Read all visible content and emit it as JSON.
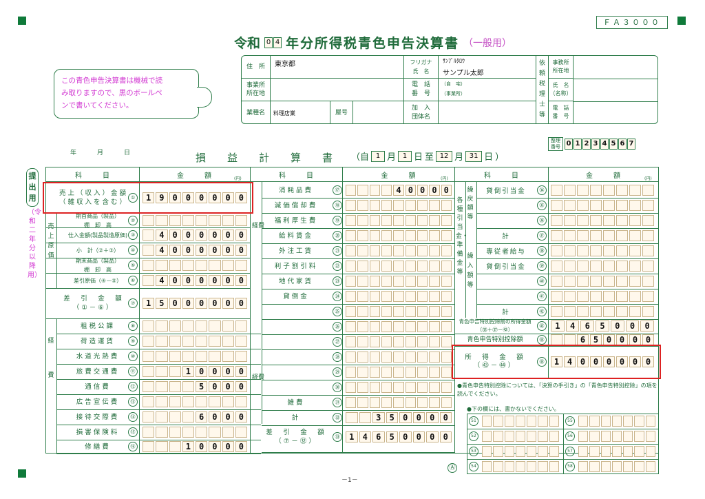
{
  "form_code": "ＦＡ３０００",
  "title": {
    "era": "令和",
    "year": "0",
    "year2": "4",
    "main": "年分所得税青色申告決算書",
    "sub": "（一般用）"
  },
  "notice": {
    "line1": "この青色申告決算書は機械で読",
    "line2": "み取りますので、黒のボールペ",
    "line3": "ンで書いてください。",
    "emph": "黒のボールペ"
  },
  "header": {
    "address_label": "住　所",
    "address_value": "東京都",
    "office_label": "事業所\n所在地",
    "business_label": "業種名",
    "business_value": "料理店業",
    "shop_label": "屋号",
    "furigana_label": "フリガナ",
    "name_label": "氏　名",
    "furigana_value": "ｻﾝﾌﾟﾙﾀﾛｳ",
    "name_value": "サンプル太郎",
    "phone_label": "電　話\n番　号",
    "phone_home": "（自　宅）",
    "phone_office": "（事業所）",
    "group_label": "加　入\n団体名",
    "agent_label": "依\n頼\n税\n理\n士\n等",
    "agent_office": "事務所\n所在地",
    "agent_name": "氏　名\n（名称）",
    "agent_phone": "電　話\n番　号"
  },
  "ref_label": "整理\n番号",
  "ref_digits": [
    "0",
    "1",
    "2",
    "3",
    "4",
    "5",
    "6",
    "7"
  ],
  "pl_title": "損　益　計　算　書",
  "period": {
    "open": "（自",
    "m1": "1",
    "d1": "1",
    "to": "至",
    "m2": "12",
    "d2": "31",
    "close": "）",
    "month": "月",
    "day": "日"
  },
  "ymd": {
    "y": "年",
    "m": "月",
    "d": "日"
  },
  "side": {
    "a": "提",
    "b": "出",
    "c": "用",
    "d": "（令和二年分以降用）"
  },
  "col": {
    "subject": "科　　　目",
    "amount": "金　　　額",
    "yen": "(円)"
  },
  "left_rows": [
    {
      "no": "①",
      "label": "売上（収入）金額\n（雑収入を含む）",
      "digits": [
        "1",
        "9",
        "0",
        "0",
        "0",
        "0",
        "0",
        "0"
      ]
    },
    {
      "no": "②",
      "label": "期首商品（製品）\n棚　卸　高",
      "digits": [
        "",
        "",
        "",
        "",
        "",
        "",
        "",
        ""
      ]
    },
    {
      "no": "③",
      "label": "仕入金額(製品製造原価)",
      "digits": [
        "",
        "4",
        "0",
        "0",
        "0",
        "0",
        "0",
        "0"
      ]
    },
    {
      "no": "④",
      "label": "小　計（②＋③）",
      "digits": [
        "",
        "4",
        "0",
        "0",
        "0",
        "0",
        "0",
        "0"
      ]
    },
    {
      "no": "⑤",
      "label": "期末商品（製品）\n棚　卸　高",
      "digits": [
        "",
        "",
        "",
        "",
        "",
        "",
        "",
        ""
      ]
    },
    {
      "no": "⑥",
      "label": "差引原価（④－⑤）",
      "digits": [
        "",
        "4",
        "0",
        "0",
        "0",
        "0",
        "0",
        "0"
      ]
    },
    {
      "no": "⑦",
      "label": "差　引　金　額\n（①－⑥）",
      "digits": [
        "1",
        "5",
        "0",
        "0",
        "0",
        "0",
        "0",
        "0"
      ]
    },
    {
      "no": "⑧",
      "label": "租税公課",
      "digits": [
        "",
        "",
        "",
        "",
        "",
        "",
        "",
        ""
      ]
    },
    {
      "no": "⑨",
      "label": "荷造運賃",
      "digits": [
        "",
        "",
        "",
        "",
        "",
        "",
        "",
        ""
      ]
    },
    {
      "no": "⑩",
      "label": "水道光熱費",
      "digits": [
        "",
        "",
        "",
        "",
        "",
        "",
        "",
        ""
      ]
    },
    {
      "no": "⑪",
      "label": "旅費交通費",
      "digits": [
        "",
        "",
        "",
        "1",
        "0",
        "0",
        "0",
        "0"
      ]
    },
    {
      "no": "⑫",
      "label": "通信費",
      "digits": [
        "",
        "",
        "",
        "",
        "5",
        "0",
        "0",
        "0"
      ]
    },
    {
      "no": "⑬",
      "label": "広告宣伝費",
      "digits": [
        "",
        "",
        "",
        "",
        "",
        "",
        "",
        ""
      ]
    },
    {
      "no": "⑭",
      "label": "接待交際費",
      "digits": [
        "",
        "",
        "",
        "",
        "6",
        "0",
        "0",
        "0"
      ]
    },
    {
      "no": "⑮",
      "label": "損害保険料",
      "digits": [
        "",
        "",
        "",
        "",
        "",
        "",
        "",
        ""
      ]
    },
    {
      "no": "⑯",
      "label": "修繕費",
      "digits": [
        "",
        "",
        "",
        "1",
        "0",
        "0",
        "0",
        "0"
      ]
    }
  ],
  "left_groups": {
    "cost": "売上原価",
    "exp": "経　　費"
  },
  "mid_rows": [
    {
      "no": "⑰",
      "label": "消耗品費",
      "digits": [
        "",
        "",
        "",
        "",
        "4",
        "0",
        "0",
        "0",
        "0"
      ]
    },
    {
      "no": "⑱",
      "label": "減価償却費",
      "digits": [
        "",
        "",
        "",
        "",
        "",
        "",
        "",
        "",
        ""
      ]
    },
    {
      "no": "⑲",
      "label": "福利厚生費",
      "digits": [
        "",
        "",
        "",
        "",
        "",
        "",
        "",
        "",
        ""
      ]
    },
    {
      "no": "⑳",
      "label": "給料賃金",
      "digits": [
        "",
        "",
        "",
        "",
        "",
        "",
        "",
        "",
        ""
      ]
    },
    {
      "no": "㉑",
      "label": "外注工賃",
      "digits": [
        "",
        "",
        "",
        "",
        "",
        "",
        "",
        "",
        ""
      ]
    },
    {
      "no": "㉒",
      "label": "利子割引料",
      "digits": [
        "",
        "",
        "",
        "",
        "",
        "",
        "",
        "",
        ""
      ]
    },
    {
      "no": "㉓",
      "label": "地代家賃",
      "digits": [
        "",
        "",
        "",
        "",
        "",
        "",
        "",
        "",
        ""
      ]
    },
    {
      "no": "㉔",
      "label": "貸倒金",
      "digits": [
        "",
        "",
        "",
        "",
        "",
        "",
        "",
        "",
        ""
      ]
    },
    {
      "no": "㉕",
      "label": "",
      "digits": [
        "",
        "",
        "",
        "",
        "",
        "",
        "",
        "",
        ""
      ]
    },
    {
      "no": "㉖",
      "label": "",
      "digits": [
        "",
        "",
        "",
        "",
        "",
        "",
        "",
        "",
        ""
      ]
    },
    {
      "no": "㉗",
      "label": "",
      "digits": [
        "",
        "",
        "",
        "",
        "",
        "",
        "",
        "",
        ""
      ]
    },
    {
      "no": "㉘",
      "label": "",
      "digits": [
        "",
        "",
        "",
        "",
        "",
        "",
        "",
        "",
        ""
      ]
    },
    {
      "no": "㉙",
      "label": "",
      "digits": [
        "",
        "",
        "",
        "",
        "",
        "",
        "",
        "",
        ""
      ]
    },
    {
      "no": "㉚",
      "label": "",
      "digits": [
        "",
        "",
        "",
        "",
        "",
        "",
        "",
        "",
        ""
      ]
    },
    {
      "no": "㉛",
      "label": "雑費",
      "digits": [
        "",
        "",
        "",
        "",
        "",
        "",
        "",
        "",
        ""
      ]
    },
    {
      "no": "㉜",
      "label": "計",
      "digits": [
        "",
        "",
        "3",
        "5",
        "0",
        "0",
        "0",
        "0"
      ]
    },
    {
      "no": "㉝",
      "label": "差　引　金　額\n（⑦－㉜）",
      "digits": [
        "1",
        "4",
        "6",
        "5",
        "0",
        "0",
        "0",
        "0"
      ]
    }
  ],
  "mid_group": "経費",
  "right_rows": [
    {
      "no": "㉞",
      "label": "貸倒引当金"
    },
    {
      "no": "㉟",
      "label": ""
    },
    {
      "no": "㊱",
      "label": ""
    },
    {
      "no": "㊲",
      "label": "計"
    },
    {
      "no": "㊳",
      "label": "専従者給与"
    },
    {
      "no": "㊴",
      "label": "貸倒引当金"
    },
    {
      "no": "㊵",
      "label": ""
    },
    {
      "no": "㊶",
      "label": ""
    },
    {
      "no": "㊷",
      "label": "計"
    }
  ],
  "right_groups": {
    "a": "各種引当金・準備金等",
    "b": "繰戻額等",
    "c": "繰入額等"
  },
  "r43": {
    "no": "㊸",
    "label": "青色申告特別控除前の所得金額\n（㉝＋㊲－㊷）",
    "digits": [
      "1",
      "4",
      "6",
      "5",
      "0",
      "0",
      "0"
    ]
  },
  "r44": {
    "no": "㊹",
    "label": "青色申告特別控除額",
    "digits": [
      "",
      "",
      "6",
      "5",
      "0",
      "0",
      "0",
      "0"
    ]
  },
  "r45": {
    "no": "㊺",
    "label": "所　得　金　額\n（㊸－㊹）",
    "digits": [
      "1",
      "4",
      "0",
      "0",
      "0",
      "0",
      "0",
      "0"
    ]
  },
  "note1": "●青色申告特別控除については、「決算の手引き」の「青色申告特別控除」の項を読んでください。",
  "note2": "●下の欄には、書かないでください。",
  "bottom_nos_a": [
    "51",
    "52",
    "53",
    "54"
  ],
  "bottom_nos_b": [
    "55",
    "56",
    "57",
    "58"
  ],
  "bottom_mark": "Ⓐ",
  "page": "－1－"
}
